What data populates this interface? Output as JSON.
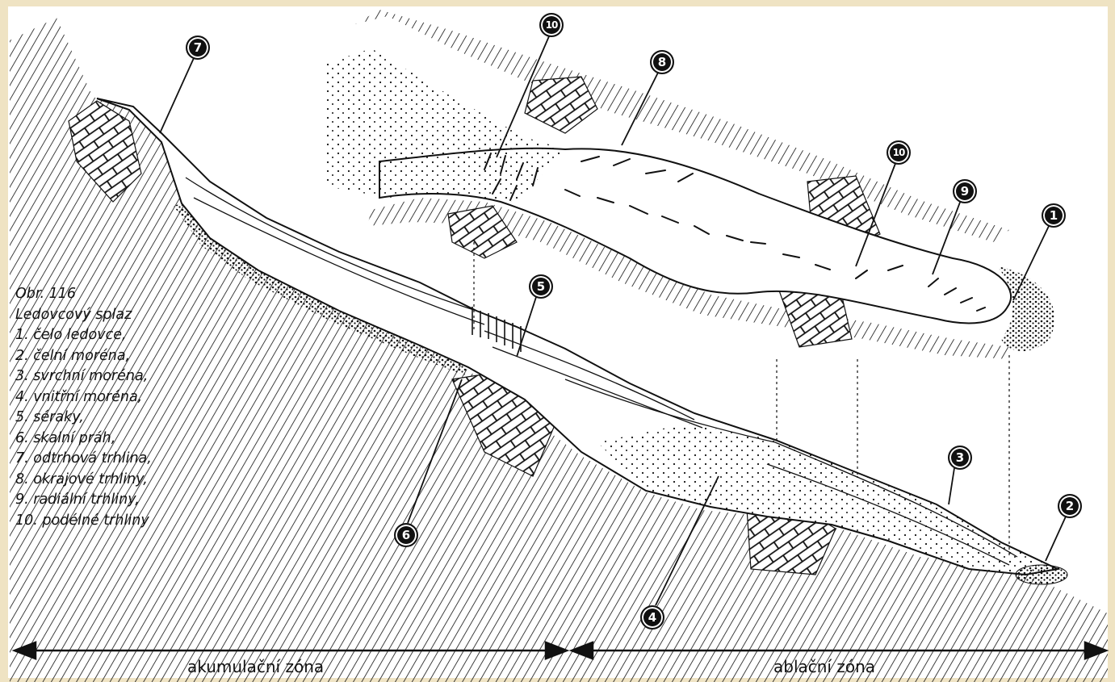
{
  "legend": {
    "title": "Obr. 116",
    "subtitle": "Ledovcový splaz",
    "items": [
      "1. čelo ledovce,",
      "2. čelní moréna,",
      "3. svrchní moréna,",
      "4. vnitřní moréna,",
      "5. séraky,",
      "6. skalní práh,",
      "7. odtrhová trhlina,",
      "8. okrajové trhliny,",
      "9. radiální trhliny,",
      "10. podélné trhliny"
    ]
  },
  "zones": {
    "left": "akumulační zóna",
    "right": "ablační zóna"
  },
  "markers": {
    "m1": "1",
    "m2": "2",
    "m3": "3",
    "m4": "4",
    "m5": "5",
    "m6": "6",
    "m7": "7",
    "m8": "8",
    "m9": "9",
    "m10a": "10",
    "m10b": "10"
  },
  "colors": {
    "background": "#efe3c3",
    "panel": "#ffffff",
    "ink": "#111111"
  }
}
